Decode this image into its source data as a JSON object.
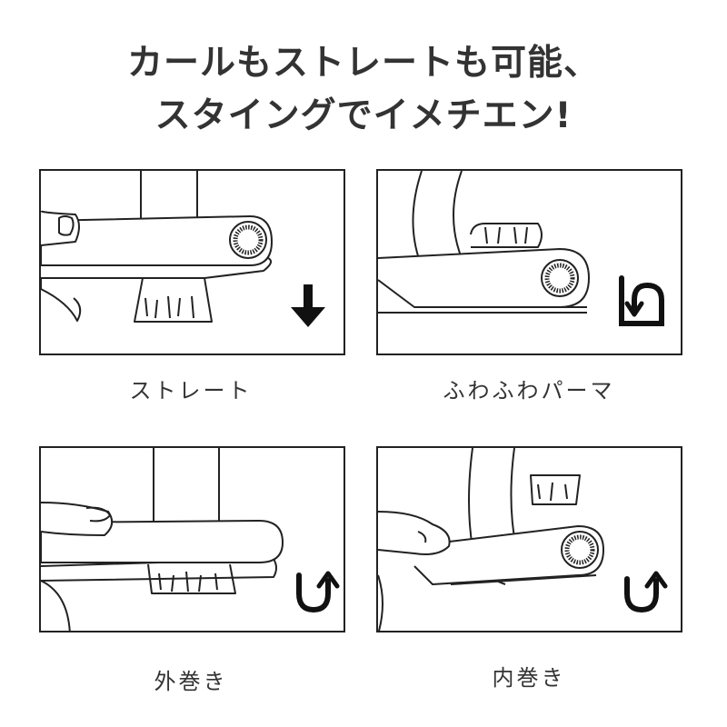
{
  "headline": {
    "line1": "カールもストレートも可能、",
    "line2": "スタイングでイメチエン!"
  },
  "panels": [
    {
      "caption": "ストレート",
      "icon": "down-arrow-icon"
    },
    {
      "caption": "ふわふわパーマ",
      "icon": "curl-loop-icon"
    },
    {
      "caption": "外巻き",
      "icon": "u-turn-up-right-icon"
    },
    {
      "caption": "内巻き",
      "icon": "u-turn-up-left-icon"
    }
  ],
  "colors": {
    "line": "#222222",
    "text": "#333333",
    "background": "#ffffff"
  }
}
